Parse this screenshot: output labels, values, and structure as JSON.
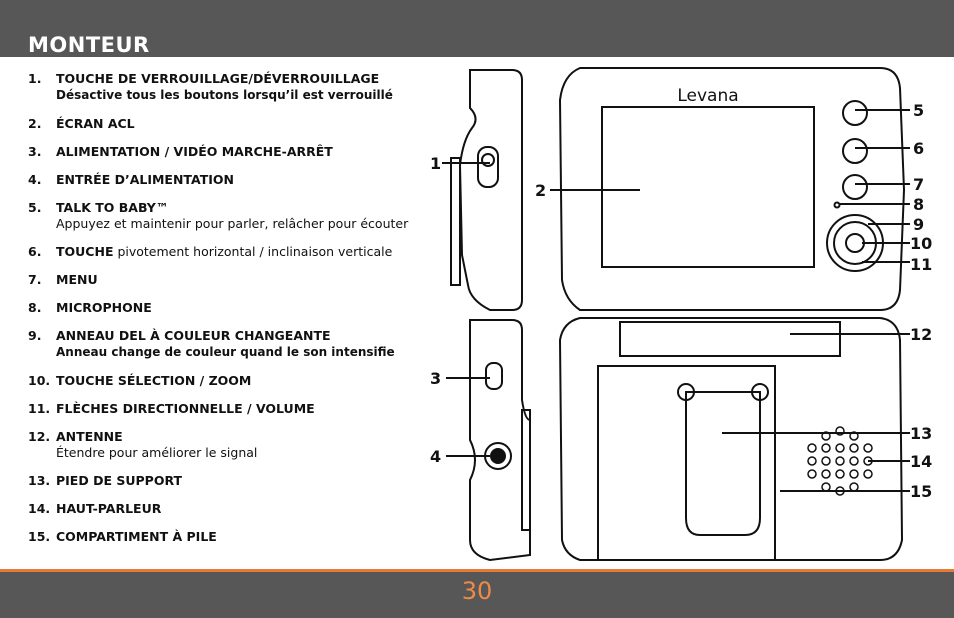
{
  "header": {
    "title": "MONTEUR"
  },
  "items": [
    {
      "num": "1.",
      "title": "TOUCHE DE VERROUILLAGE/DÉVERROUILLAGE",
      "title_suffix": "",
      "desc": "Désactive tous les boutons lorsqu’il est verrouillé"
    },
    {
      "num": "2.",
      "title": "ÉCRAN ACL",
      "title_suffix": "",
      "desc": ""
    },
    {
      "num": "3.",
      "title": "ALIMENTATION / VIDÉO MARCHE-ARRÊT",
      "title_suffix": "",
      "desc": ""
    },
    {
      "num": "4.",
      "title": "ENTRÉE D’ALIMENTATION",
      "title_suffix": "",
      "desc": ""
    },
    {
      "num": "5.",
      "title": "TALK TO BABY™",
      "title_suffix": "",
      "desc": "Appuyez et maintenir pour parler, relâcher pour écouter"
    },
    {
      "num": "6.",
      "title": "TOUCHE",
      "title_suffix": " pivotement horizontal / inclinaison verticale",
      "desc": ""
    },
    {
      "num": "7.",
      "title": "MENU",
      "title_suffix": "",
      "desc": ""
    },
    {
      "num": "8.",
      "title": "MICROPHONE",
      "title_suffix": "",
      "desc": ""
    },
    {
      "num": "9.",
      "title": "ANNEAU DEL À COULEUR CHANGEANTE",
      "title_suffix": "",
      "desc": "Anneau change de couleur quand le son intensifie"
    },
    {
      "num": "10.",
      "title": "TOUCHE SÉLECTION / ZOOM",
      "title_suffix": "",
      "desc": ""
    },
    {
      "num": "11.",
      "title": "FLÈCHES DIRECTIONNELLE / VOLUME",
      "title_suffix": "",
      "desc": ""
    },
    {
      "num": "12.",
      "title": "ANTENNE",
      "title_suffix": "",
      "desc": "Étendre pour améliorer le signal"
    },
    {
      "num": "13.",
      "title": "PIED DE SUPPORT",
      "title_suffix": "",
      "desc": ""
    },
    {
      "num": "14.",
      "title": "HAUT-PARLEUR",
      "title_suffix": "",
      "desc": ""
    },
    {
      "num": "15.",
      "title": "COMPARTIMENT À PILE",
      "title_suffix": "",
      "desc": ""
    }
  ],
  "diagram": {
    "brand": "Levana",
    "callouts": [
      "1",
      "2",
      "3",
      "4",
      "5",
      "6",
      "7",
      "8",
      "9",
      "10",
      "11",
      "12",
      "13",
      "14",
      "15"
    ]
  },
  "footer": {
    "page_number": "30"
  },
  "colors": {
    "header_bg": "#575757",
    "accent": "#e87a35",
    "page_number": "#ef8a45"
  }
}
